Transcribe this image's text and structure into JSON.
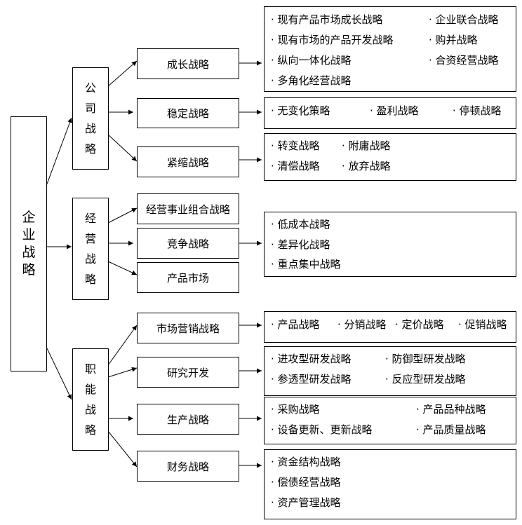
{
  "root": {
    "label": "企业战略"
  },
  "levels": [
    {
      "label": "公司战略",
      "strategies": [
        {
          "label": "成长战略",
          "items": [
            "· 现有产品市场成长战略",
            "· 企业联合战略",
            "· 现有市场的产品开发战略",
            "· 购并战略",
            "· 纵向一体化战略",
            "· 合资经营战略",
            "· 多角化经营战略"
          ]
        },
        {
          "label": "稳定战略",
          "items": [
            "· 无变化策略",
            "· 盈利战略",
            "· 停顿战略"
          ]
        },
        {
          "label": "紧缩战略",
          "items": [
            "· 转变战略",
            "· 附庸战略",
            "· 清偿战略",
            "· 放弃战略"
          ]
        }
      ]
    },
    {
      "label": "经营战略",
      "strategies": [
        {
          "label": "经营事业组合战略"
        },
        {
          "label": "竞争战略",
          "items": [
            "· 低成本战略",
            "· 差异化战略",
            "· 重点集中战略"
          ]
        },
        {
          "label": "产品市场"
        }
      ]
    },
    {
      "label": "职能战略",
      "strategies": [
        {
          "label": "市场营销战略",
          "items": [
            "· 产品战略",
            "· 分销战略",
            "· 定价战略",
            "· 促销战略"
          ]
        },
        {
          "label": "研究开发",
          "items": [
            "· 进攻型研发战略",
            "· 防御型研发战略",
            "· 参透型研发战略",
            "· 反应型研发战略"
          ]
        },
        {
          "label": "生产战略",
          "items": [
            "· 采购战略",
            "· 产品品种战略",
            "· 设备更新、更新战略",
            "· 产品质量战略"
          ]
        },
        {
          "label": "财务战略",
          "items": [
            "· 资金结构战略",
            "· 偿债经营战略",
            "· 资产管理战略"
          ]
        }
      ]
    }
  ]
}
